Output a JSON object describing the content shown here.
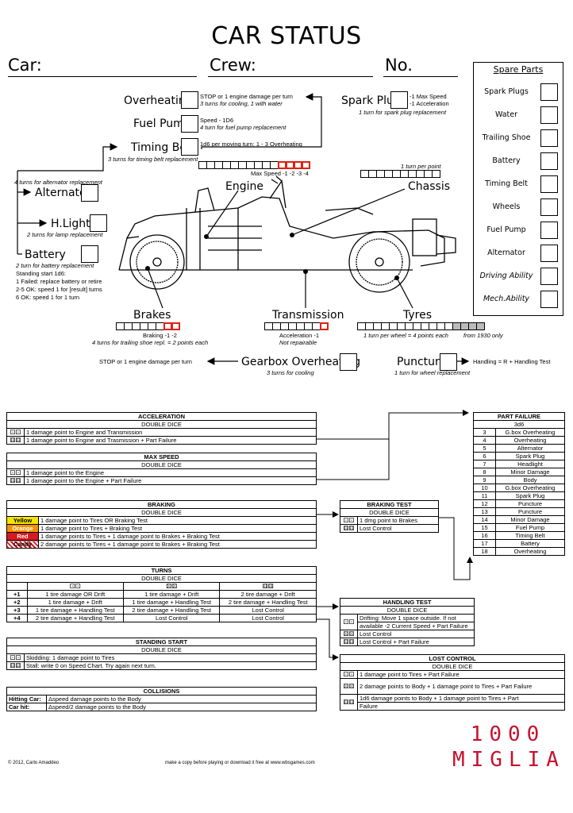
{
  "title": "CAR STATUS",
  "header": {
    "car": "Car:",
    "crew": "Crew:",
    "no": "No."
  },
  "top": {
    "overheating": {
      "label": "Overheating",
      "n1": "STOP or 1 engine damage per turn",
      "n2": "3 turns for cooling, 1 with water"
    },
    "fuel_pump": {
      "label": "Fuel Pump",
      "n1": "Speed - 1D6",
      "n2": "4 turn for fuel pump replacement"
    },
    "timing_belt": {
      "label": "Timing Belt",
      "n1": "1d6 per moving turn: 1 - 3 Overheating",
      "n2": "3 turns for timing belt replacement"
    },
    "spark_plug": {
      "label": "Spark Plug",
      "n1": "-1 Max Speed",
      "n2": "-1 Acceleration",
      "n3": "1 turn for spark plug replacement"
    },
    "max_speed_label": "Max Speed  -1  -2  -3  -4",
    "chassis_note": "1 turn per point",
    "alternator": {
      "label": "Alternator",
      "note": "4 turns for alternator replacement"
    },
    "hlights": {
      "label": "H.Lights",
      "note": "2 turns for lamp replacement"
    },
    "battery": {
      "label": "Battery",
      "note": "2 turn for battery replacement",
      "l1": "Standing start 1d6:",
      "l2": "1  Failed: replace battery or retire",
      "l3": "2-5 OK: speed 1 for [result] turns",
      "l4": "6   OK: speed 1 for 1 turn"
    },
    "engine": "Engine",
    "chassis": "Chassis",
    "brakes": {
      "label": "Brakes",
      "note1": "Braking  -1  -2",
      "note2": "4 turns for trailing shoe repl. = 2 points each"
    },
    "transmission": {
      "label": "Transmission",
      "note1": "Acceleration  -1",
      "note2": "Not repairable"
    },
    "tyres": {
      "label": "Tyres",
      "note1": "1 turn per wheel = 4 points each",
      "note2": "from 1930 only"
    },
    "gearbox": {
      "label": "Gearbox Overheating",
      "left": "STOP or 1 engine damage per turn",
      "below": "3 turns for cooling"
    },
    "puncture": {
      "label": "Puncture",
      "right": "Handling = R + Handling Test",
      "below": "1 turn for wheel replacement"
    }
  },
  "spare_parts": {
    "title": "Spare Parts",
    "items": [
      {
        "label": "Spark Plugs",
        "italic": false
      },
      {
        "label": "Water",
        "italic": false
      },
      {
        "label": "Trailing Shoe",
        "italic": false
      },
      {
        "label": "Battery",
        "italic": false
      },
      {
        "label": "Timing Belt",
        "italic": false
      },
      {
        "label": "Wheels",
        "italic": false
      },
      {
        "label": "Fuel Pump",
        "italic": false
      },
      {
        "label": "Alternator",
        "italic": false
      },
      {
        "label": "Driving Ability",
        "italic": true
      },
      {
        "label": "Mech.Ability",
        "italic": true
      }
    ]
  },
  "acceleration": {
    "title": "ACCELERATION",
    "sub": "DOUBLE DICE",
    "r1": "1 damage point to Engine and Transmission",
    "r2": "1 damage point to Engine and Trasmission + Part Failure"
  },
  "max_speed": {
    "title": "MAX SPEED",
    "sub": "DOUBLE DICE",
    "r1": "1 damage point to the Engine",
    "r2": "1 damage point to the Engine + Part Failure"
  },
  "braking": {
    "title": "BRAKING",
    "sub": "DOUBLE DICE",
    "rows": [
      {
        "tag": "Yellow",
        "color": "#f5e400",
        "text": "1 damage point to Tires OR Braking Test"
      },
      {
        "tag": "Orange",
        "color": "#f39200",
        "text": "1 damage point to Tires + Braking Test"
      },
      {
        "tag": "Red",
        "color": "#d71920",
        "text": "1 damage points to Tires + 1 damage point to Brakes + Braking Test"
      },
      {
        "tag": "Candy",
        "color": "#e8a0a0",
        "text": "2 damage points to Tires + 1 damage point to Brakes + Braking Test"
      }
    ]
  },
  "braking_test": {
    "title": "BRAKING TEST",
    "sub": "DOUBLE DICE",
    "r1": "1 dmg point to Brakes",
    "r2": "Lost Control"
  },
  "turns": {
    "title": "TURNS",
    "sub": "DOUBLE DICE",
    "rows": [
      {
        "k": "+1",
        "a": "1 tire damage OR Drift",
        "b": "1 tire damage + Drift",
        "c": "2 tire damage + Drift"
      },
      {
        "k": "+2",
        "a": "1 tire damage + Drift",
        "b": "1 tire damage + Handling Test",
        "c": "2 tire damage + Handling Test"
      },
      {
        "k": "+3",
        "a": "1 tire damage + Handling Test",
        "b": "2 tire damage + Handling Test",
        "c": "Lost Control"
      },
      {
        "k": "+4",
        "a": "2 tire damage + Handling Test",
        "b": "Lost Control",
        "c": "Lost Control"
      }
    ]
  },
  "standing_start": {
    "title": "STANDING START",
    "sub": "DOUBLE DICE",
    "r1": "Skidding:  1 damage point to Tires",
    "r2": "Stall: write 0 on Speed Chart. Try again next turn."
  },
  "collisions": {
    "title": "COLLISIONS",
    "r1k": "Hitting Car:",
    "r1v": "Δspeed  damage points to the Body",
    "r2k": "Car hit:",
    "r2v": "Δspeed/2  damage points to the Body"
  },
  "handling_test": {
    "title": "HANDLING TEST",
    "sub": "DOUBLE DICE",
    "r1": "Drifting: Move 1 space outside. If not",
    "r1b": "available -2 Current Speed + Part Failure",
    "r2": "Lost Control",
    "r3": "Lost Control + Part Failure"
  },
  "lost_control": {
    "title": "LOST CONTROL",
    "sub": "DOUBLE DICE",
    "r1": "1 damage point to Tires + Part Failure",
    "r2": "2 damage points to Body + 1 damage point to Tires + Part Failure",
    "r3": "1d6 damage points to Body + 1 damage point to Tires + Part",
    "r3b": "Failure"
  },
  "part_failure": {
    "title": "PART FAILURE",
    "sub": "3d6",
    "rows": [
      [
        "3",
        "G.box Overheating"
      ],
      [
        "4",
        "Overheating"
      ],
      [
        "5",
        "Alternator"
      ],
      [
        "6",
        "Spark Plug"
      ],
      [
        "7",
        "Headlight"
      ],
      [
        "8",
        "Minor Damage"
      ],
      [
        "9",
        "Body"
      ],
      [
        "10",
        "G.box Overheating"
      ],
      [
        "11",
        "Spark Plug"
      ],
      [
        "12",
        "Puncture"
      ],
      [
        "13",
        "Puncture"
      ],
      [
        "14",
        "Minor Damage"
      ],
      [
        "15",
        "Fuel Pump"
      ],
      [
        "16",
        "Timing Belt"
      ],
      [
        "17",
        "Battery"
      ],
      [
        "18",
        "Overheating"
      ]
    ]
  },
  "brand": {
    "l1": "1000",
    "l2": "MIGLIA",
    "color": "#c8102e"
  },
  "footer": {
    "left": "© 2012, Carlo Amaddeo",
    "mid": "make a copy before playing or download it free at www.wbsgames.com"
  }
}
